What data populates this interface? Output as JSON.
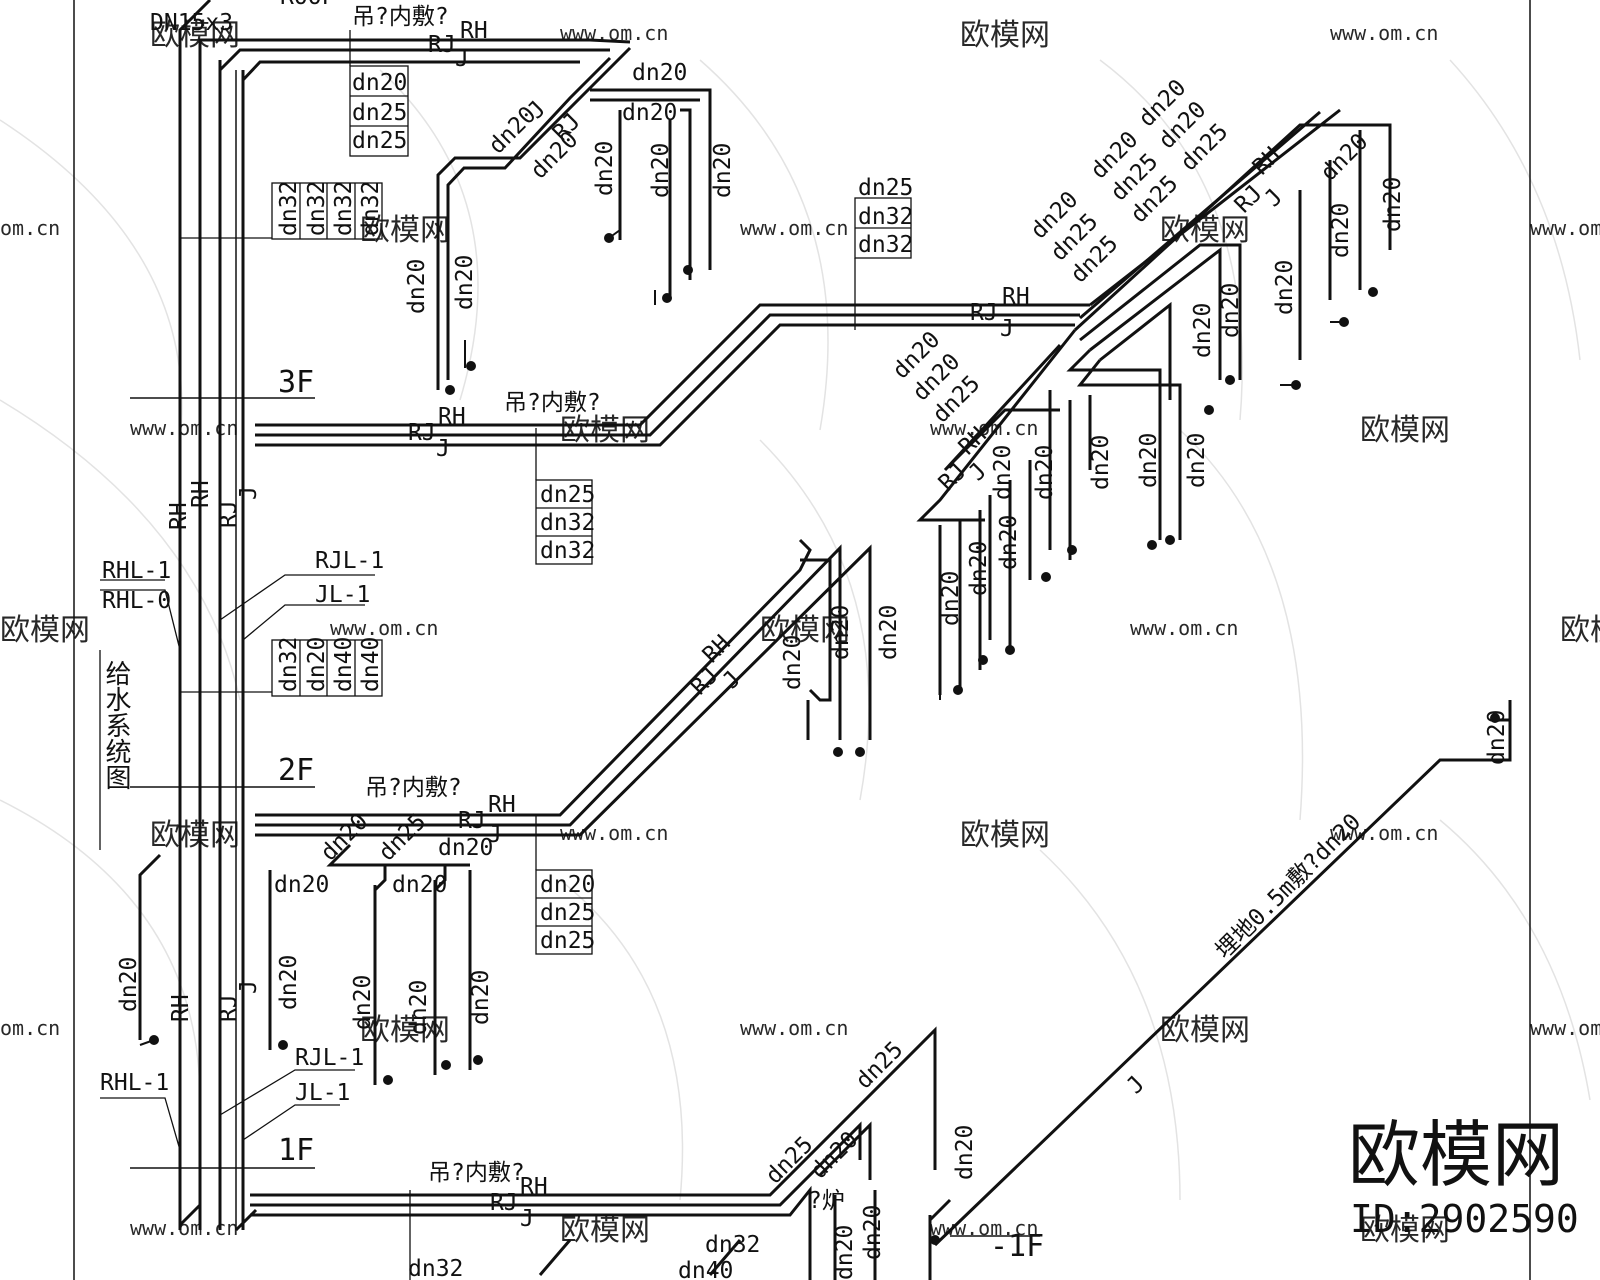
{
  "diagram": {
    "title": "给水系统图",
    "roof_label": "ROOF",
    "header_note": "DN15x3",
    "floors": {
      "f3": "3F",
      "f2": "2F",
      "f1": "1F",
      "b1": "-1F"
    },
    "pipe_codes": {
      "rh": "RH",
      "rj": "RJ",
      "j": "J"
    },
    "risers": {
      "rhl1": "RHL-1",
      "rhl0": "RHL-0",
      "rjl1": "RJL-1",
      "jl1": "JL-1"
    },
    "hang_note": "吊?内敷?",
    "buried_note": "埋地0.5m敷?dn20",
    "heater_note": "?炉",
    "sizes": {
      "dn20": "dn20",
      "dn25": "dn25",
      "dn32": "dn32",
      "dn40": "dn40"
    }
  },
  "watermark": {
    "brand": "欧模网",
    "url": "www.om.cn",
    "url_short": "om.cn",
    "id_label": "ID:2902590"
  }
}
